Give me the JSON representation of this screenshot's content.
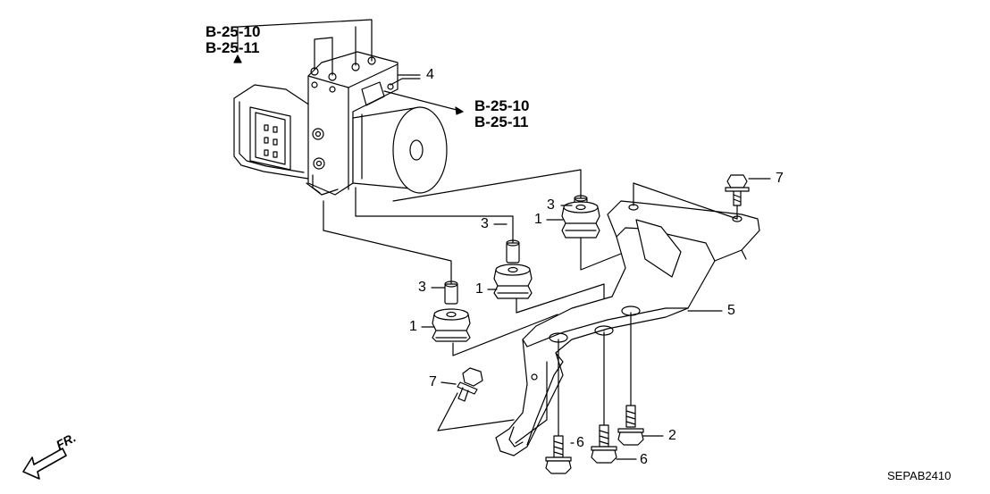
{
  "references": {
    "top_left": [
      "B-25-10",
      "B-25-11"
    ],
    "right": [
      "B-25-10",
      "B-25-11"
    ]
  },
  "callouts": {
    "c1a": "1",
    "c1b": "1",
    "c1c": "1",
    "c2": "2",
    "c3a": "3",
    "c3b": "3",
    "c3c": "3",
    "c4": "4",
    "c5": "5",
    "c6a": "6",
    "c6b": "6",
    "c7a": "7",
    "c7b": "7"
  },
  "front_indicator": "FR.",
  "diagram_code": "SEPAB2410"
}
